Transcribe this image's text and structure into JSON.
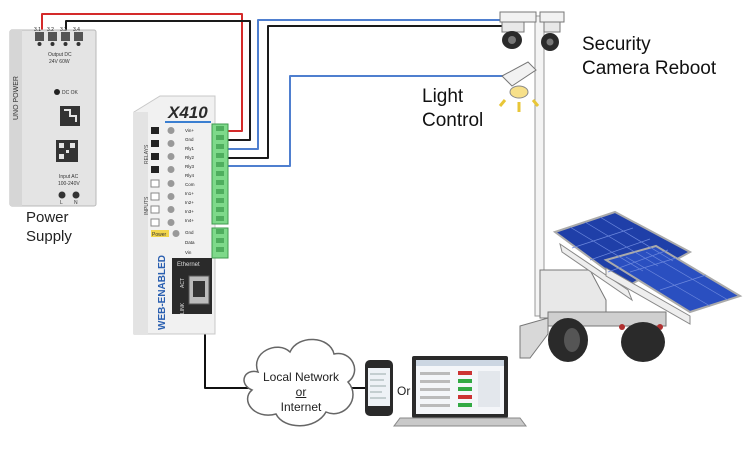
{
  "labels": {
    "security_camera": [
      "Security",
      "Camera Reboot"
    ],
    "light_control": [
      "Light",
      "Control"
    ],
    "power_supply": [
      "Power",
      "Supply"
    ],
    "network": [
      "Local Network",
      "or",
      "Internet"
    ],
    "or_text": "Or"
  },
  "power_supply_unit": {
    "brand": "UNO POWER",
    "output": "Output DC",
    "output_rating": "24V 60W",
    "dc_ok": "DC OK",
    "input": "Input AC",
    "input_range": "100-240V",
    "terminals_top": [
      "3.1",
      "3.2",
      "3.3",
      "3.4"
    ],
    "terminals_bottom": [
      "L",
      "N"
    ]
  },
  "controller": {
    "logo": "X410",
    "side_text": "WEB-ENABLED",
    "relays_label": "RELAYS",
    "inputs_label": "INPUTS",
    "ethernet_label": "Ethernet",
    "act_label": "ACT",
    "link_label": "LINK",
    "power_label": "Power",
    "terminal_labels": [
      "Vin+",
      "Gnd",
      "Rly1",
      "Rly2",
      "Rly3",
      "Rly4",
      "Com",
      "In1+",
      "In2+",
      "In3+",
      "In4+",
      "Gnd",
      "Data",
      "Vin"
    ]
  },
  "colors": {
    "red_wire": "#d42a2a",
    "black_wire": "#1a1a1a",
    "blue_wire": "#4f7fcf",
    "terminal_green": "#7ed98a",
    "solar_blue": "#1f3fa8"
  }
}
